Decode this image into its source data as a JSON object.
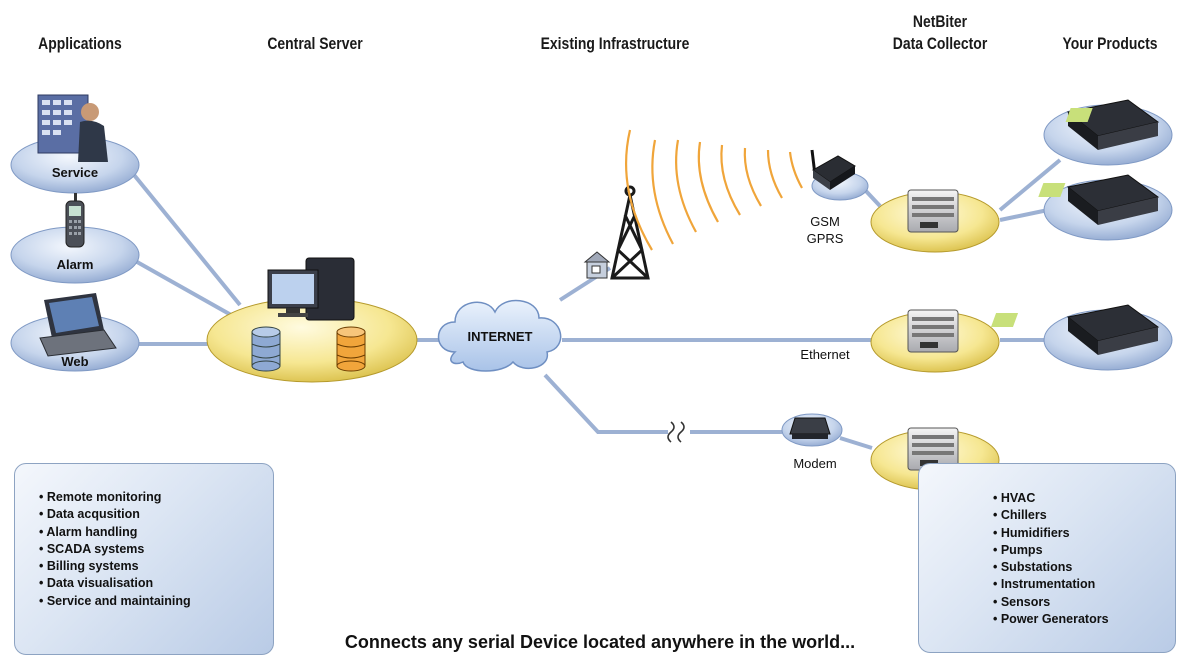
{
  "headers": {
    "applications": "Applications",
    "central_server": "Central Server",
    "existing_infrastructure": "Existing Infrastructure",
    "netbiter_line1": "NetBiter",
    "netbiter_line2": "Data Collector",
    "your_products": "Your Products"
  },
  "labels": {
    "service": "Service",
    "alarm": "Alarm",
    "web": "Web",
    "internet": "INTERNET",
    "gsm": "GSM",
    "gprs": "GPRS",
    "ethernet": "Ethernet",
    "modem": "Modem"
  },
  "applications_list": [
    "• Remote monitoring",
    "• Data acqusition",
    "• Alarm handling",
    "• SCADA systems",
    "• Billing systems",
    "• Data visualisation",
    "• Service and maintaining"
  ],
  "products_list": [
    "• HVAC",
    "• Chillers",
    "• Humidifiers",
    "• Pumps",
    "• Substations",
    "• Instrumentation",
    "• Sensors",
    "• Power Generators"
  ],
  "footer": "Connects any serial Device located anywhere in the world...",
  "colors": {
    "link_line": "#9db1d3",
    "blue_disc": "#c7d5ec",
    "yellow_disc": "#f6e796",
    "signal_waves": "#f0a53a"
  }
}
